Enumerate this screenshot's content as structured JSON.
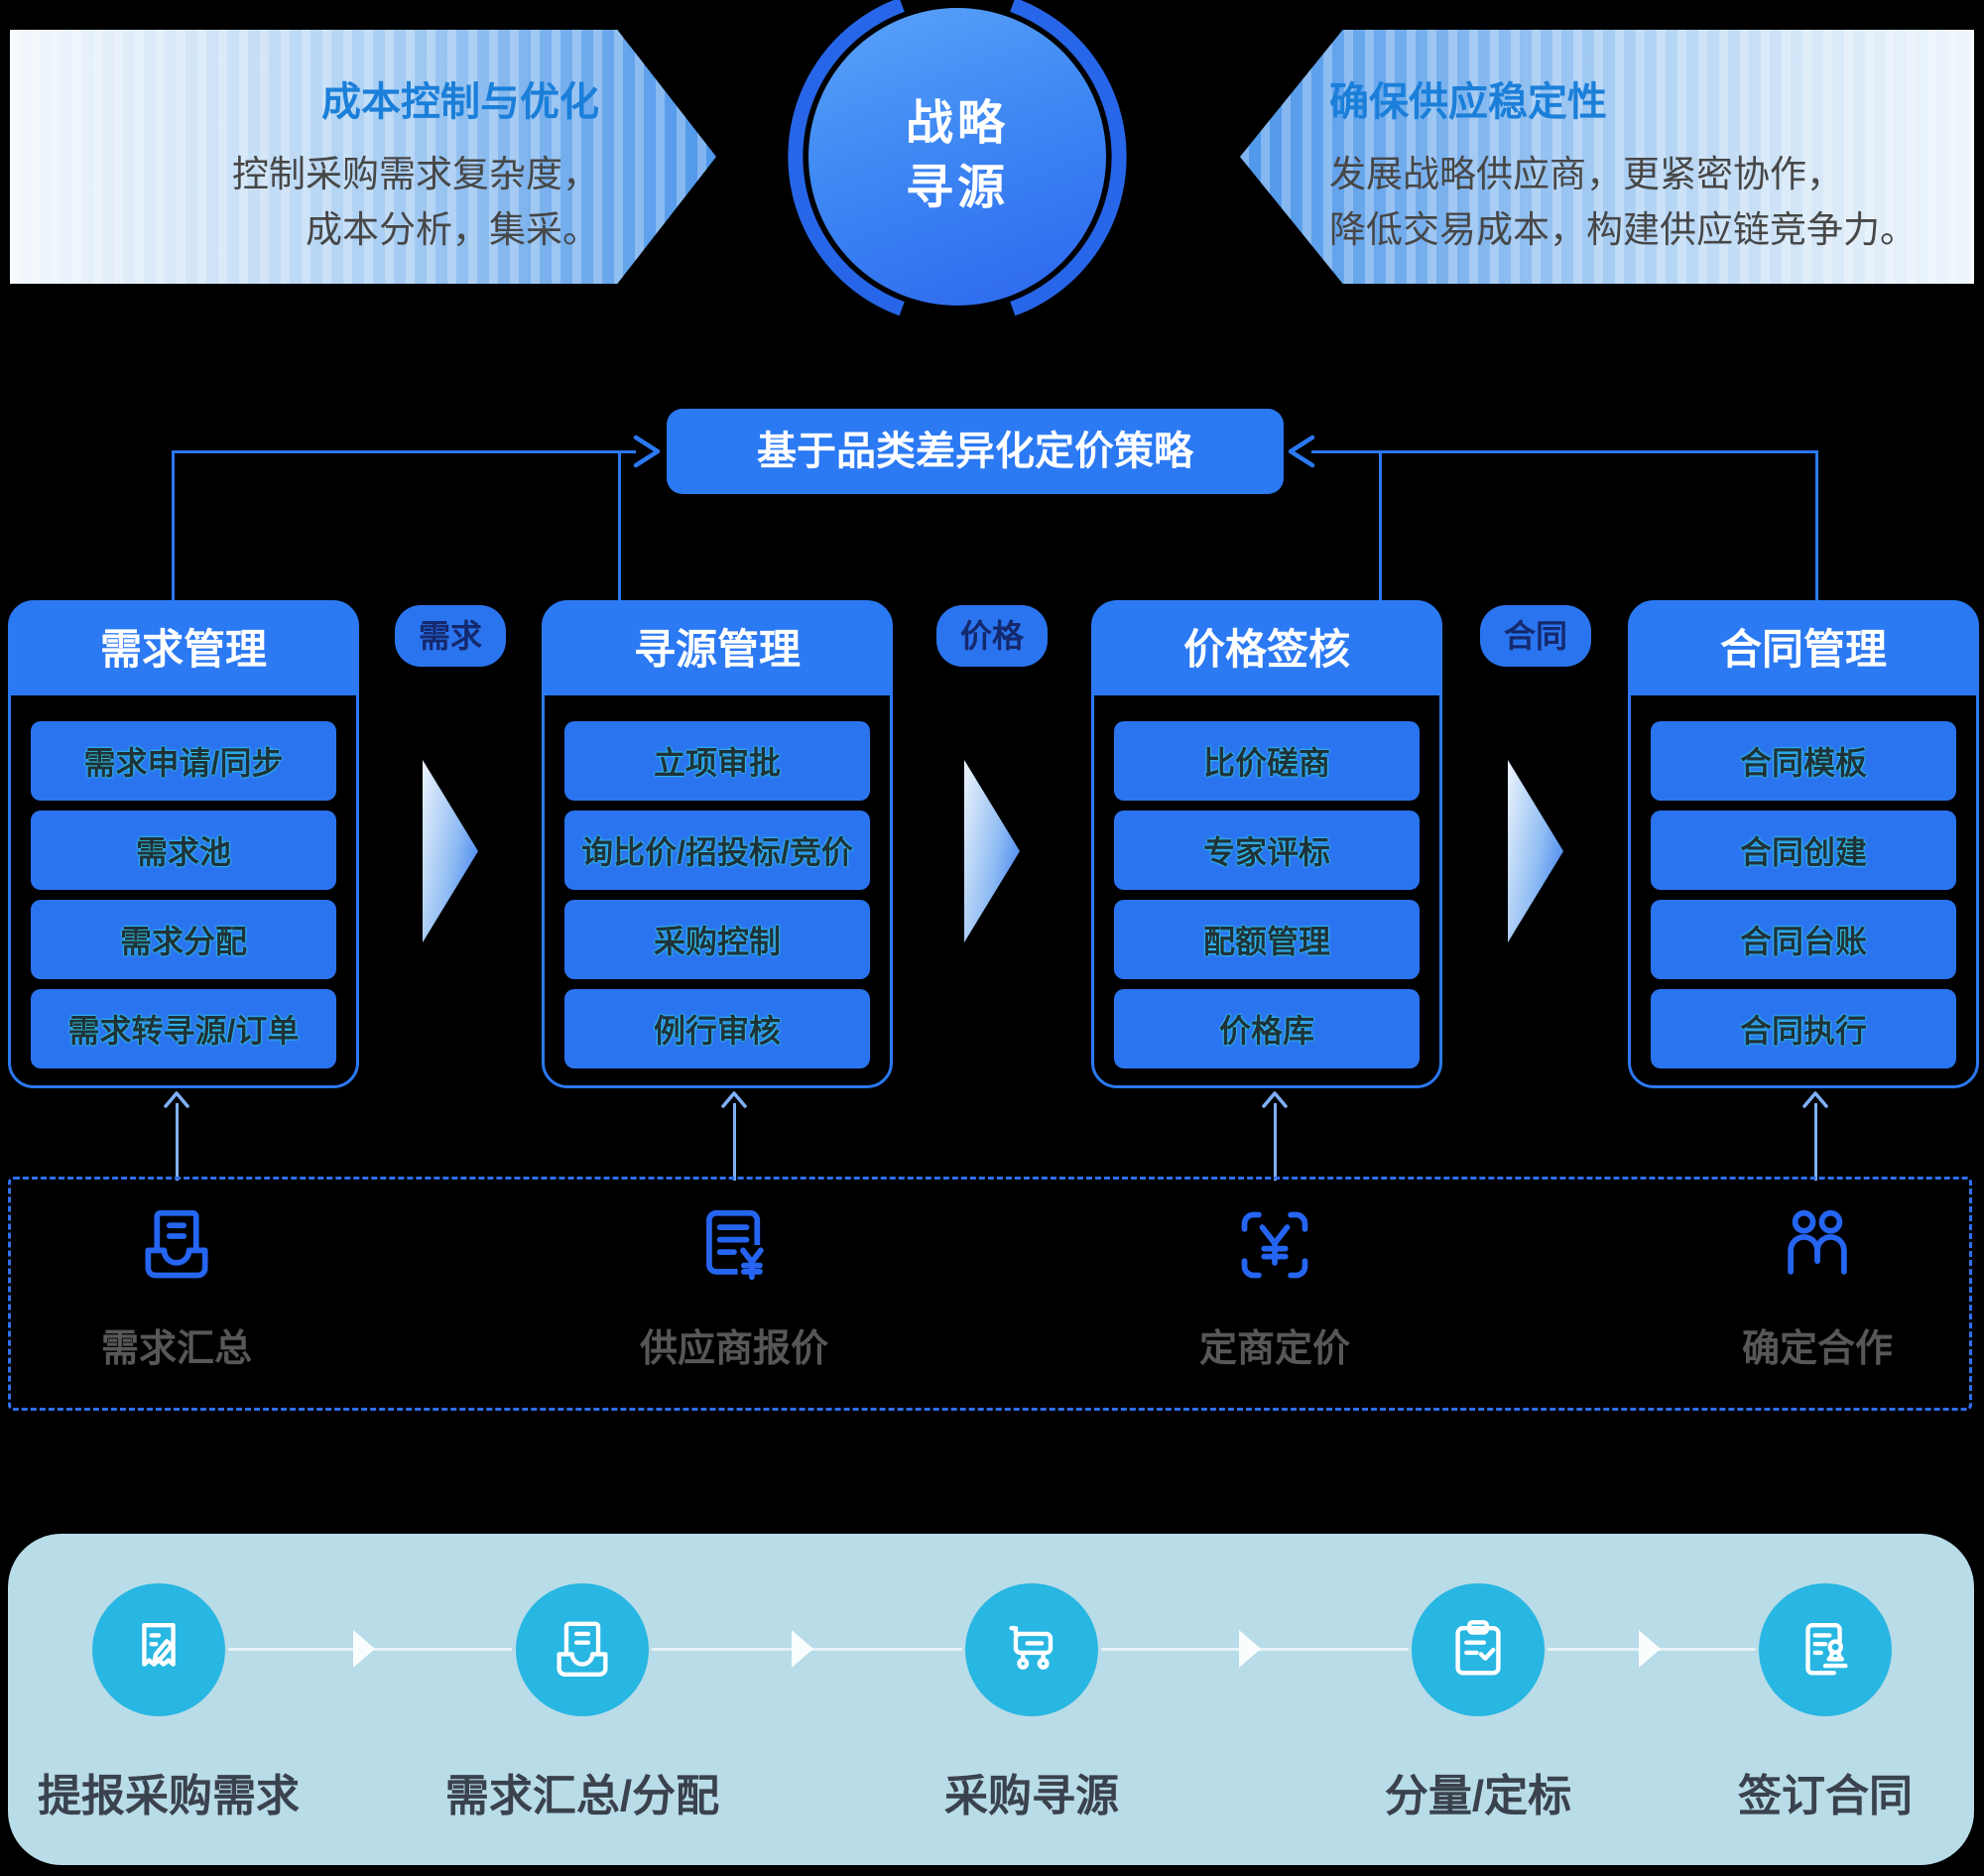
{
  "top": {
    "left_banner": {
      "title": "成本控制与优化",
      "line1": "控制采购需求复杂度，",
      "line2": "成本分析，集采。"
    },
    "center_circle": {
      "line1": "战略",
      "line2": "寻源"
    },
    "right_banner": {
      "title": "确保供应稳定性",
      "line1": "发展战略供应商，更紧密协作，",
      "line2": "降低交易成本，构建供应链竞争力。"
    }
  },
  "strategy_box": {
    "label": "基于品类差异化定价策略"
  },
  "flow_badges": [
    {
      "label": "需求"
    },
    {
      "label": "价格"
    },
    {
      "label": "合同"
    }
  ],
  "columns": [
    {
      "title": "需求管理",
      "items": [
        "需求申请/同步",
        "需求池",
        "需求分配",
        "需求转寻源/订单"
      ]
    },
    {
      "title": "寻源管理",
      "items": [
        "立项审批",
        "询比价/招投标/竞价",
        "采购控制",
        "例行审核"
      ]
    },
    {
      "title": "价格签核",
      "items": [
        "比价磋商",
        "专家评标",
        "配额管理",
        "价格库"
      ]
    },
    {
      "title": "合同管理",
      "items": [
        "合同模板",
        "合同创建",
        "合同台账",
        "合同执行"
      ]
    }
  ],
  "dashed_panel": {
    "items": [
      {
        "icon": "inbox-document-icon",
        "label": "需求汇总"
      },
      {
        "icon": "quotation-document-icon",
        "label": "供应商报价"
      },
      {
        "icon": "scan-yuan-icon",
        "label": "定商定价"
      },
      {
        "icon": "partners-icon",
        "label": "确定合作"
      }
    ]
  },
  "bottom_panel": {
    "steps": [
      {
        "icon": "receipt-edit-icon",
        "label": "提报采购需求"
      },
      {
        "icon": "inbox-document-icon",
        "label": "需求汇总/分配"
      },
      {
        "icon": "shopping-cart-icon",
        "label": "采购寻源"
      },
      {
        "icon": "clipboard-check-icon",
        "label": "分量/定标"
      },
      {
        "icon": "contract-stamp-icon",
        "label": "签订合同"
      }
    ]
  },
  "colors": {
    "primary_blue": "#2B79F3",
    "item_blue": "#2B74EF",
    "banner_title_blue": "#1B7FD9",
    "dashed_border_blue": "#2F6FF0",
    "icon_blue": "#2565F2",
    "cyan_circle": "#28B6E2",
    "bottom_panel_bg": "#B8DCE8",
    "item_text_dark": "#1F323A",
    "item_text_glow": "#35D9E9",
    "gray_label": "#575757",
    "dark_label": "#3A424D"
  }
}
